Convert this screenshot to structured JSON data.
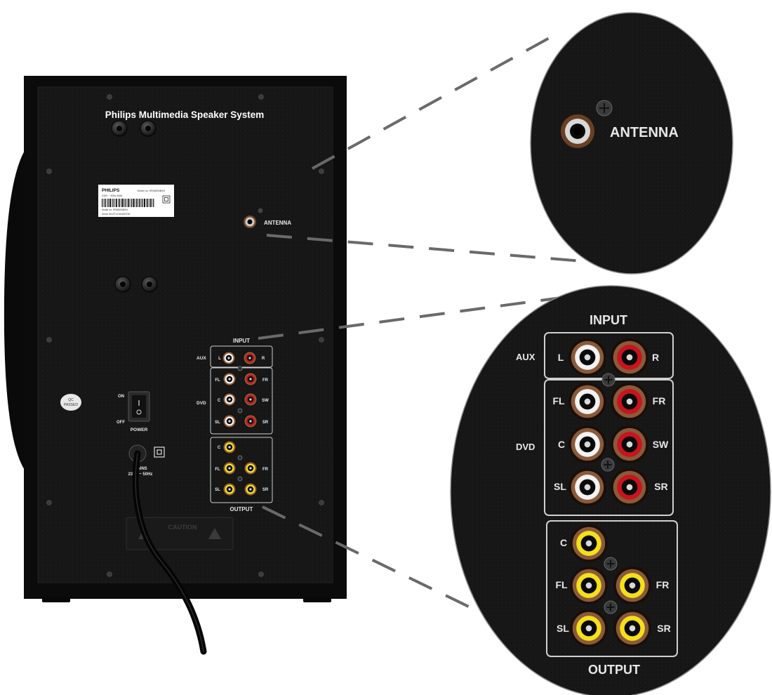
{
  "speaker": {
    "title": "Philips Multimedia Speaker System",
    "antenna_label": "ANTENNA",
    "input_label": "INPUT",
    "output_label": "OUTPUT",
    "aux_label": "AUX",
    "dvd_label": "DVD",
    "l": "L",
    "r": "R",
    "fl": "FL",
    "fr": "FR",
    "c": "C",
    "sw": "SW",
    "sl": "SL",
    "sr": "SR",
    "on_label": "ON",
    "off_label": "OFF",
    "power_label": "POWER",
    "mains_line1": "MAINS",
    "mains_line2": "230V ~ 50Hz",
    "qc_line1": "QC",
    "qc_line2": "PASSED",
    "caution_label": "CAUTION",
    "sticker": {
      "brand": "PHILIPS",
      "model": "Model no: SPA8000B/94",
      "rating": "230V ~ 50Hz 60W",
      "model2": "Model no: SPA8000B/94",
      "serial": "Serial: 8KCP12181600736"
    }
  },
  "zoom_antenna": {
    "label": "ANTENNA"
  },
  "zoom_io": {
    "input_label": "INPUT",
    "output_label": "OUTPUT",
    "aux_label": "AUX",
    "dvd_label": "DVD",
    "l": "L",
    "r": "R",
    "fl": "FL",
    "fr": "FR",
    "c": "C",
    "sw": "SW",
    "sl": "SL",
    "sr": "SR"
  },
  "colors": {
    "panel": "#141414",
    "cabinet": "#0b0b0b",
    "jack_white": "#f2f2f2",
    "jack_red": "#c8141e",
    "jack_yellow": "#f4e01a",
    "jack_rim": "#8a5a3a",
    "zoom_line": "#6a6a6a"
  }
}
